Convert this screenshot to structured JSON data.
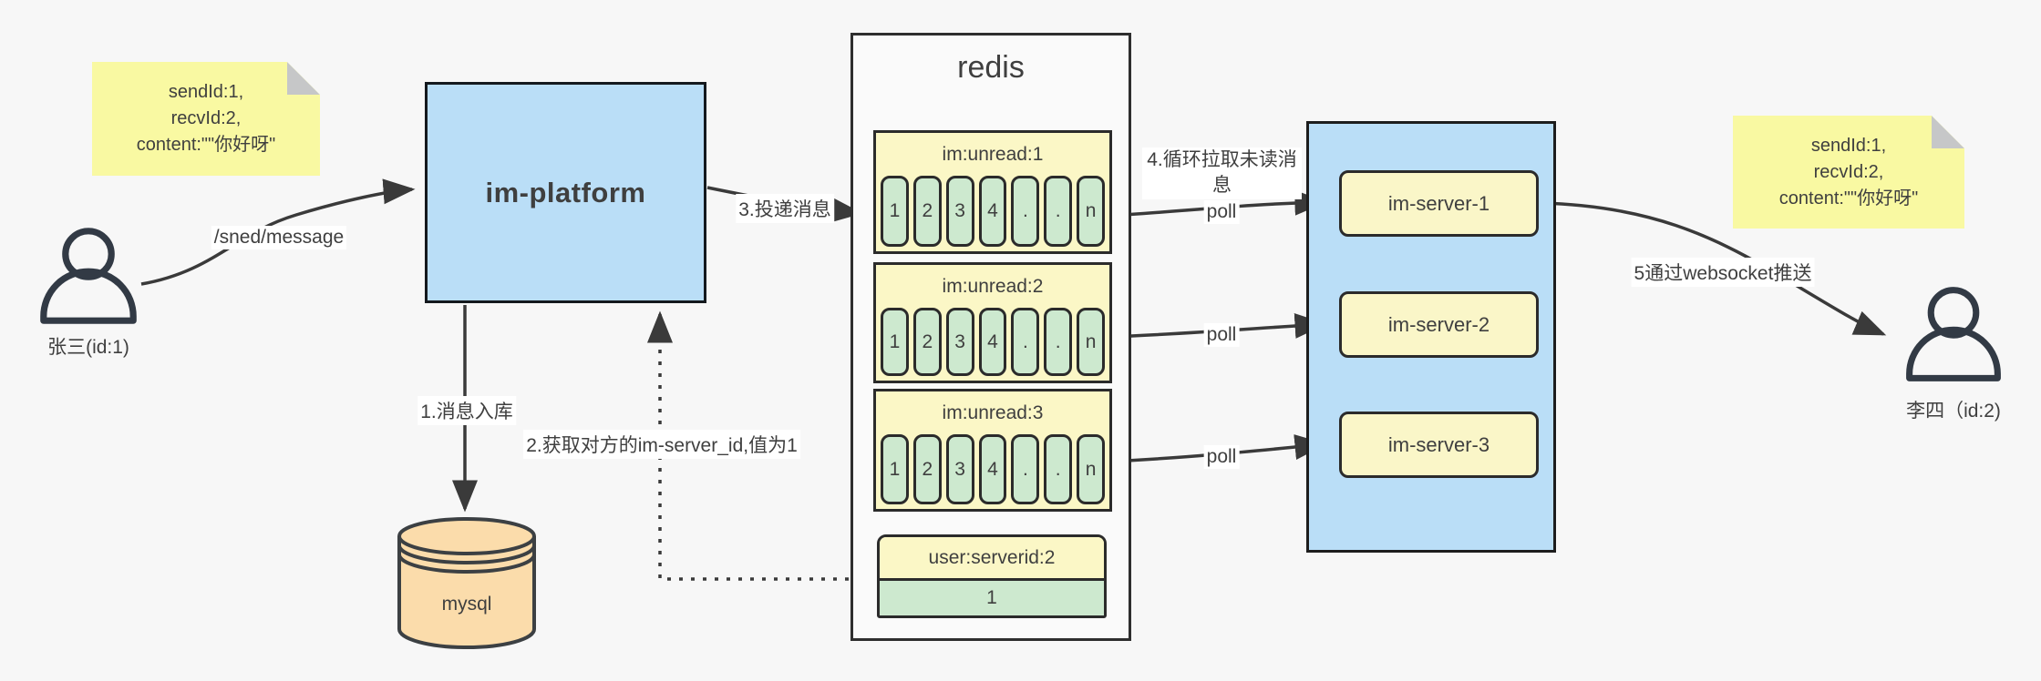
{
  "notes": {
    "left": {
      "text": "sendId:1,\nrecvId:2,\ncontent:\"\"你好呀\""
    },
    "right": {
      "text": "sendId:1,\nrecvId:2,\ncontent:\"\"你好呀\""
    }
  },
  "actors": {
    "sender": {
      "label": "张三(id:1)"
    },
    "receiver": {
      "label": "李四（id:2)"
    }
  },
  "platform": {
    "label": "im-platform"
  },
  "database": {
    "label": "mysql"
  },
  "redis": {
    "title": "redis",
    "queues": [
      {
        "title": "im:unread:1",
        "cells": [
          "1",
          "2",
          "3",
          "4",
          ".",
          ".",
          "n"
        ]
      },
      {
        "title": "im:unread:2",
        "cells": [
          "1",
          "2",
          "3",
          "4",
          ".",
          ".",
          "n"
        ]
      },
      {
        "title": "im:unread:3",
        "cells": [
          "1",
          "2",
          "3",
          "4",
          ".",
          ".",
          "n"
        ]
      }
    ],
    "kv": {
      "key": "user:serverid:2",
      "value": "1"
    }
  },
  "servers": {
    "items": [
      {
        "label": "im-server-1"
      },
      {
        "label": "im-server-2"
      },
      {
        "label": "im-server-3"
      }
    ]
  },
  "flows": {
    "send": "/sned/message",
    "step1": "1.消息入库",
    "step2": "2.获取对方的im-server_id,值为1",
    "step3": "3.投递消息",
    "step4": "4.循环拉取未读消 息",
    "poll": "poll",
    "step5": "5通过websocket推送"
  },
  "colors": {
    "platform_fill": "#badef7",
    "cluster_fill": "#badef7",
    "note_fill": "#f9f9a2",
    "queue_fill": "#fbf7c6",
    "cell_fill": "#cde9cf",
    "server_fill": "#faf6c8",
    "database_fill": "#fbdcab",
    "stroke": "#3a3a3a"
  }
}
